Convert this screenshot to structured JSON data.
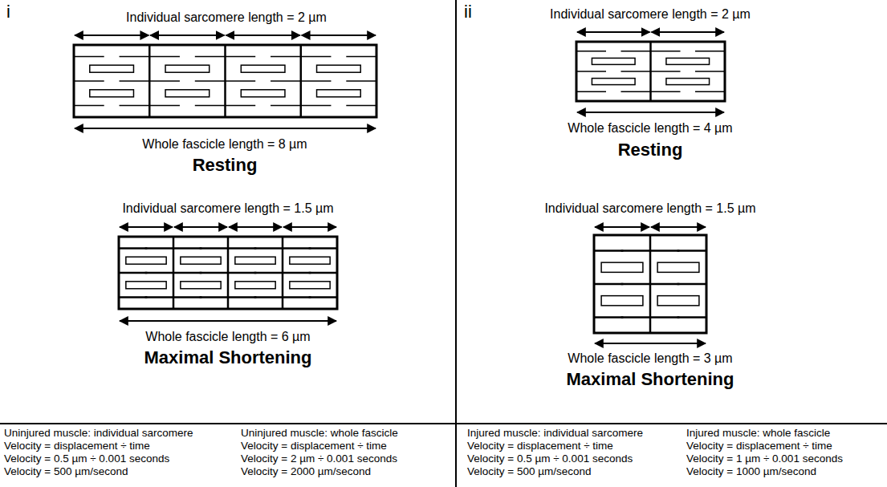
{
  "diagram": {
    "labels": [
      "i",
      "Individual sarcomere length = 2 µm",
      "Whole fascicle length = 8 µm",
      "Resting",
      "Individual sarcomere length = 1.5 µm",
      "Whole fascicle length = 6 µm",
      "Maximal Shortening",
      "ii",
      "Individual sarcomere length = 2 µm",
      "Whole fascicle length = 4 µm",
      "Resting",
      "Individual sarcomere length = 1.5 µm",
      "Whole fascicle length = 3 µm",
      "Maximal Shortening",
      "Uninjured muscle: individual sarcomere",
      "Velocity = displacement ÷ time",
      "Velocity = 0.5 µm ÷ 0.001 seconds",
      "Velocity = 500 µm/second",
      "Uninjured muscle: whole fascicle",
      "Velocity = displacement ÷ time",
      "Velocity = 2 µm ÷ 0.001 seconds",
      "Velocity = 2000 µm/second",
      "Injured muscle: individual sarcomere",
      "Velocity = displacement ÷ time",
      "Velocity = 0.5 µm ÷ 0.001 seconds",
      "Velocity = 500 µm/second",
      "Injured muscle: whole fascicle",
      "Velocity = displacement ÷ time",
      "Velocity = 1 µm ÷ 0.001 seconds",
      "Velocity = 1000 µm/second"
    ]
  }
}
